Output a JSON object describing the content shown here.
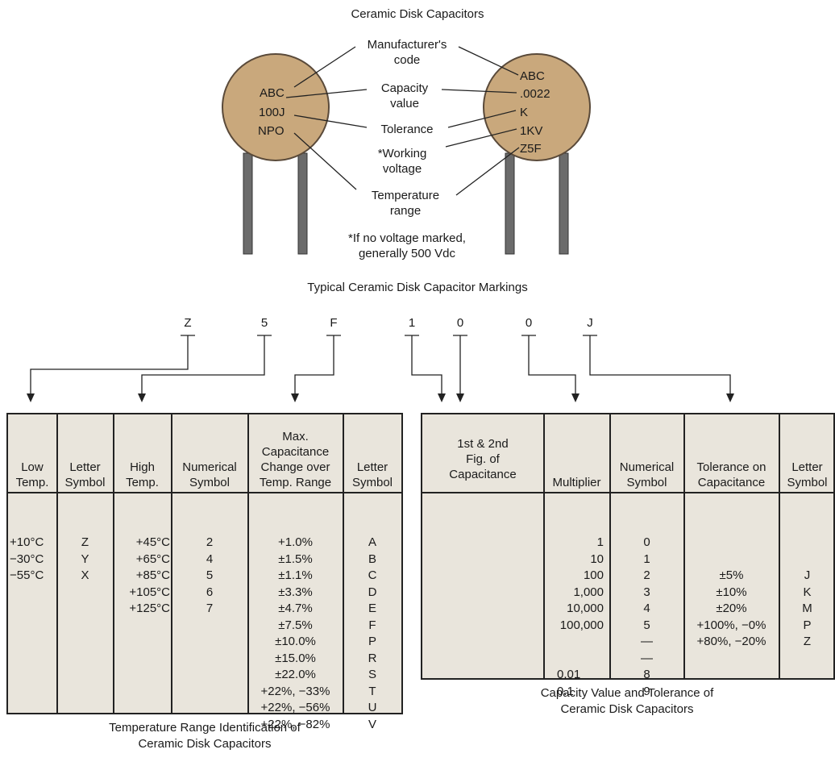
{
  "title": "Ceramic Disk Capacitors",
  "capacitor_left": {
    "lines": [
      "ABC",
      "100J",
      "NPO"
    ]
  },
  "capacitor_right": {
    "lines": [
      "ABC",
      ".0022",
      "K",
      "1KV",
      "Z5F"
    ]
  },
  "callouts": {
    "manufacturer": [
      "Manufacturer's",
      "code"
    ],
    "capacity": [
      "Capacity",
      "value"
    ],
    "tolerance": [
      "Tolerance"
    ],
    "working_voltage": [
      "*Working",
      "voltage"
    ],
    "temperature": [
      "Temperature",
      "range"
    ]
  },
  "footnote": [
    "*If no voltage marked,",
    "generally 500 Vdc"
  ],
  "markings_caption": "Typical Ceramic Disk Capacitor Markings",
  "code_letters": [
    "Z",
    "5",
    "F",
    "1",
    "0",
    "0",
    "J"
  ],
  "temp_table": {
    "headers": [
      [
        "Low",
        "Temp."
      ],
      [
        "Letter",
        "Symbol"
      ],
      [
        "High",
        "Temp."
      ],
      [
        "Numerical",
        "Symbol"
      ],
      [
        "Max.",
        "Capacitance",
        "Change over",
        "Temp. Range"
      ],
      [
        "Letter",
        "Symbol"
      ]
    ],
    "columns": [
      [
        "+10°C",
        "−30°C",
        "−55°C"
      ],
      [
        "Z",
        "Y",
        "X"
      ],
      [
        "+45°C",
        "+65°C",
        "+85°C",
        "+105°C",
        "+125°C"
      ],
      [
        "2",
        "4",
        "5",
        "6",
        "7"
      ],
      [
        "+1.0%",
        "±1.5%",
        "±1.1%",
        "±3.3%",
        "±4.7%",
        "±7.5%",
        "±10.0%",
        "±15.0%",
        "±22.0%",
        "+22%, −33%",
        "+22%, −56%",
        "+22%, −82%"
      ],
      [
        "A",
        "B",
        "C",
        "D",
        "E",
        "F",
        "P",
        "R",
        "S",
        "T",
        "U",
        "V"
      ]
    ],
    "caption": [
      "Temperature Range Identification of",
      "Ceramic Disk Capacitors"
    ]
  },
  "cap_table": {
    "headers": [
      [
        "1st & 2nd",
        "Fig. of",
        "Capacitance"
      ],
      [
        "Multiplier"
      ],
      [
        "Numerical",
        "Symbol"
      ],
      [
        "Tolerance on",
        "Capacitance"
      ],
      [
        "Letter",
        "Symbol"
      ]
    ],
    "columns": [
      [],
      [
        "1",
        "10",
        "100",
        "1,000",
        "10,000",
        "100,000",
        "",
        "",
        "0.01",
        "0.1"
      ],
      [
        "0",
        "1",
        "2",
        "3",
        "4",
        "5",
        "—",
        "—",
        "8",
        "9"
      ],
      [
        "",
        "",
        "±5%",
        "±10%",
        "±20%",
        "+100%, −0%",
        "+80%, −20%"
      ],
      [
        "",
        "",
        "J",
        "K",
        "M",
        "P",
        "Z"
      ]
    ],
    "caption": [
      "Capacity Value and Tolerance of",
      "Ceramic Disk Capacitors"
    ]
  },
  "colors": {
    "disk": "#c9a87c",
    "disk_edge": "#5a4a3a",
    "lead": "#6b6b6b",
    "table_bg": "#e9e5dc"
  }
}
